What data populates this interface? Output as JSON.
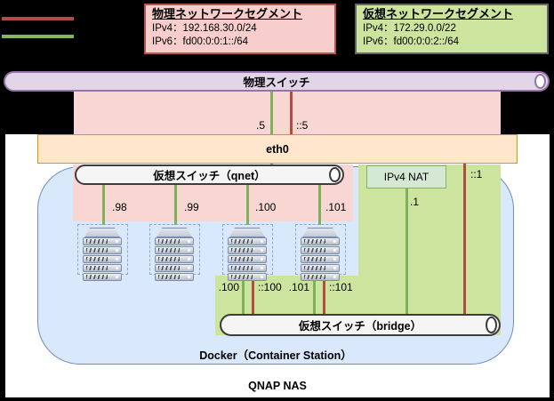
{
  "colors": {
    "physical_line": "#AE4C45",
    "virtual_line": "#7DB25A",
    "physical_band": "#F8D6D2",
    "virtual_band": "#CDE49E",
    "switch_purple": "#E1D5E7",
    "eth0_orange": "#FFE6CC",
    "docker_blue": "#DAE8FC",
    "nat_green": "#D5E8D4"
  },
  "legend": {
    "physical_segment": {
      "title": "物理ネットワークセグメント",
      "ipv4": "IPv4：192.168.30.0/24",
      "ipv6": "IPv6：fd00:0:0:1::/64"
    },
    "virtual_segment": {
      "title": "仮想ネットワークセグメント",
      "ipv4": "IPv4：172.29.0.0/22",
      "ipv6": "IPv6：fd00:0:0:2::/64"
    }
  },
  "physical_switch": {
    "label": "物理スイッチ"
  },
  "eth0": {
    "label": "eth0",
    "ipv4_label": ".5",
    "ipv6_label": "::5"
  },
  "qnet_switch": {
    "label": "仮想スイッチ（qnet）",
    "ports": [
      ".98",
      ".99",
      ".100",
      ".101"
    ]
  },
  "nat": {
    "label": "IPv4 NAT",
    "ipv4_label": ".1",
    "ipv6_label": "::1"
  },
  "bridge_switch": {
    "label": "仮想スイッチ（bridge）",
    "ports": [
      ".100",
      "::100",
      ".101",
      "::101"
    ]
  },
  "docker": {
    "label": "Docker（Container Station）"
  },
  "nas": {
    "label": "QNAP NAS"
  },
  "containers": {
    "count": 4
  }
}
